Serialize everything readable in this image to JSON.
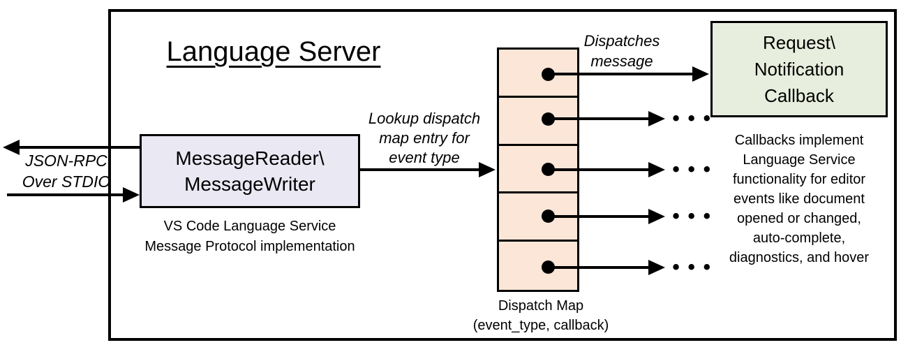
{
  "diagram": {
    "title": "Language Server",
    "stdio_label": "JSON-RPC\nOver STDIO",
    "message_rw": {
      "label": "MessageReader\\\nMessageWriter",
      "caption": "VS Code Language Service\nMessage Protocol implementation",
      "fill": "#e9e8f3"
    },
    "lookup_label": "Lookup dispatch\nmap entry for\nevent type",
    "dispatch_map": {
      "label": "Dispatch Map\n(event_type, callback)",
      "fill": "#fce6d7",
      "row_count": 5
    },
    "dispatches_label": "Dispatches\nmessage",
    "callback": {
      "label": "Request\\\nNotification\nCallback",
      "caption": "Callbacks implement\nLanguage Service\nfunctionality for editor\nevents like document\nopened or changed,\nauto-complete,\ndiagnostics, and hover",
      "fill": "#e8eedd"
    },
    "ellipsis_glyph": "•••",
    "line_color": "#000000"
  }
}
